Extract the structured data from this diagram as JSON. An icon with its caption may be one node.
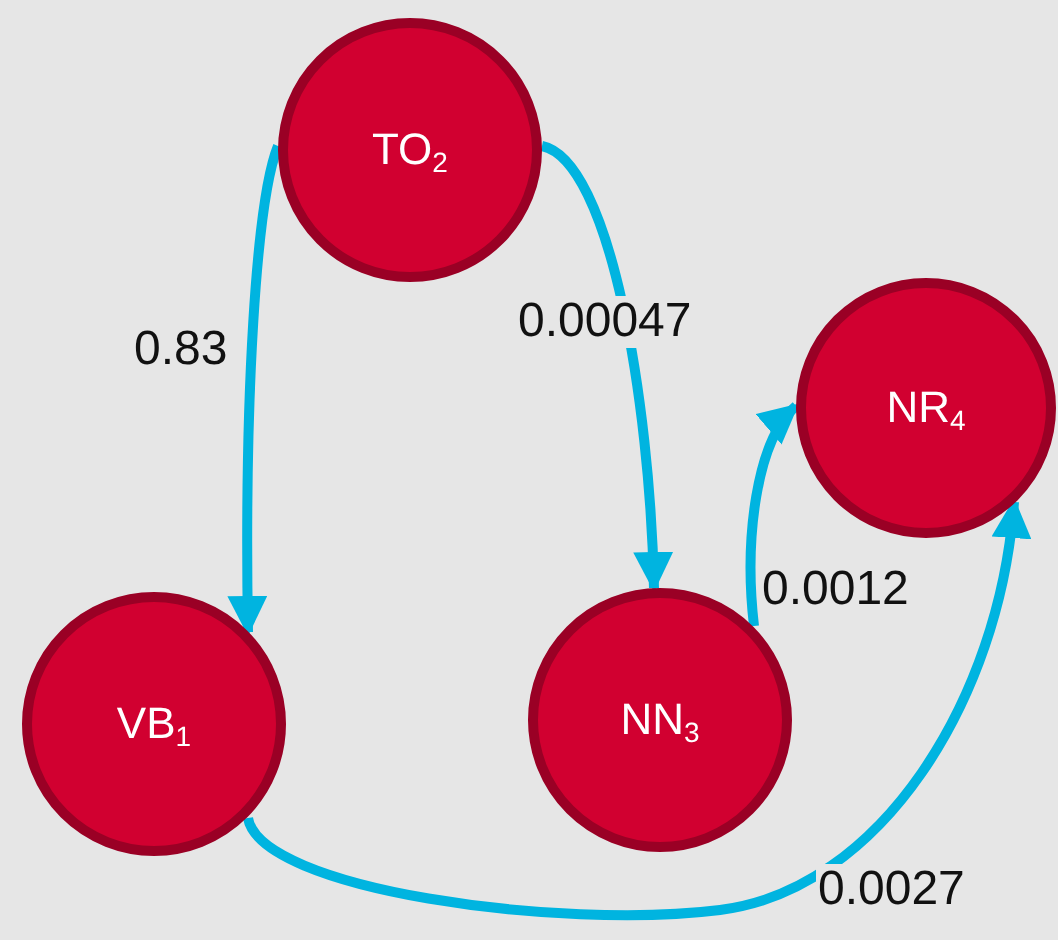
{
  "diagram": {
    "nodes": [
      {
        "text": [
          "TO$_{2}$"
        ]
      },
      {
        "text": [
          "VB$_{1}$"
        ]
      },
      {
        "text": [
          "NN$_{3}$"
        ]
      },
      {
        "text": [
          "NR$_{4}$"
        ]
      }
    ],
    "edges": [
      {
        "from": 0,
        "to": 1,
        "arrow": "to",
        "label": "0.83"
      },
      {
        "from": 0,
        "to": 2,
        "arrow": "to",
        "label": "0.00047"
      },
      {
        "from": 2,
        "to": 3,
        "arrow": "to",
        "label": "0.0012"
      },
      {
        "from": 1,
        "to": 3,
        "arrow": "to",
        "label": "0.0027"
      }
    ]
  }
}
